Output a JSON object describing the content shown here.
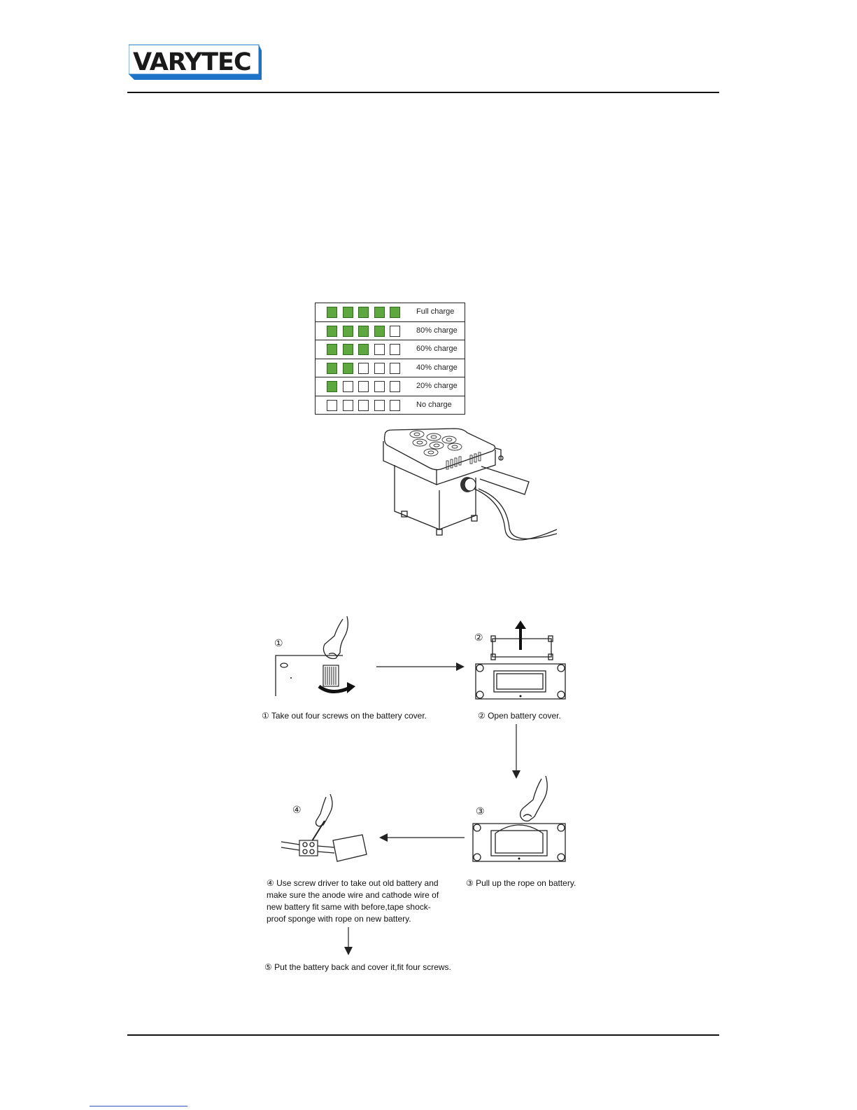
{
  "header": {
    "logo_text": "VARYTEC"
  },
  "charge_table": {
    "rows": [
      {
        "label": "Full charge",
        "level": 5
      },
      {
        "label": "80% charge",
        "level": 4
      },
      {
        "label": "60% charge",
        "level": 3
      },
      {
        "label": "40% charge",
        "level": 2
      },
      {
        "label": "20% charge",
        "level": 1
      },
      {
        "label": "No charge",
        "level": 0
      }
    ],
    "segments": 5,
    "on_color": "#5fa83f"
  },
  "steps": {
    "s1": {
      "num": "①",
      "caption": "① Take out four screws on the battery cover."
    },
    "s2": {
      "num": "②",
      "caption": "② Open battery cover."
    },
    "s3": {
      "num": "③",
      "caption": "③ Pull up the rope on battery."
    },
    "s4": {
      "num": "④",
      "caption": "④ Use screw driver to take out old battery and make sure the anode wire and cathode wire of new battery fit same with before,tape shock-proof sponge with rope on new battery."
    },
    "s5": {
      "caption": "⑤ Put the battery back and cover it,fit four screws."
    }
  }
}
